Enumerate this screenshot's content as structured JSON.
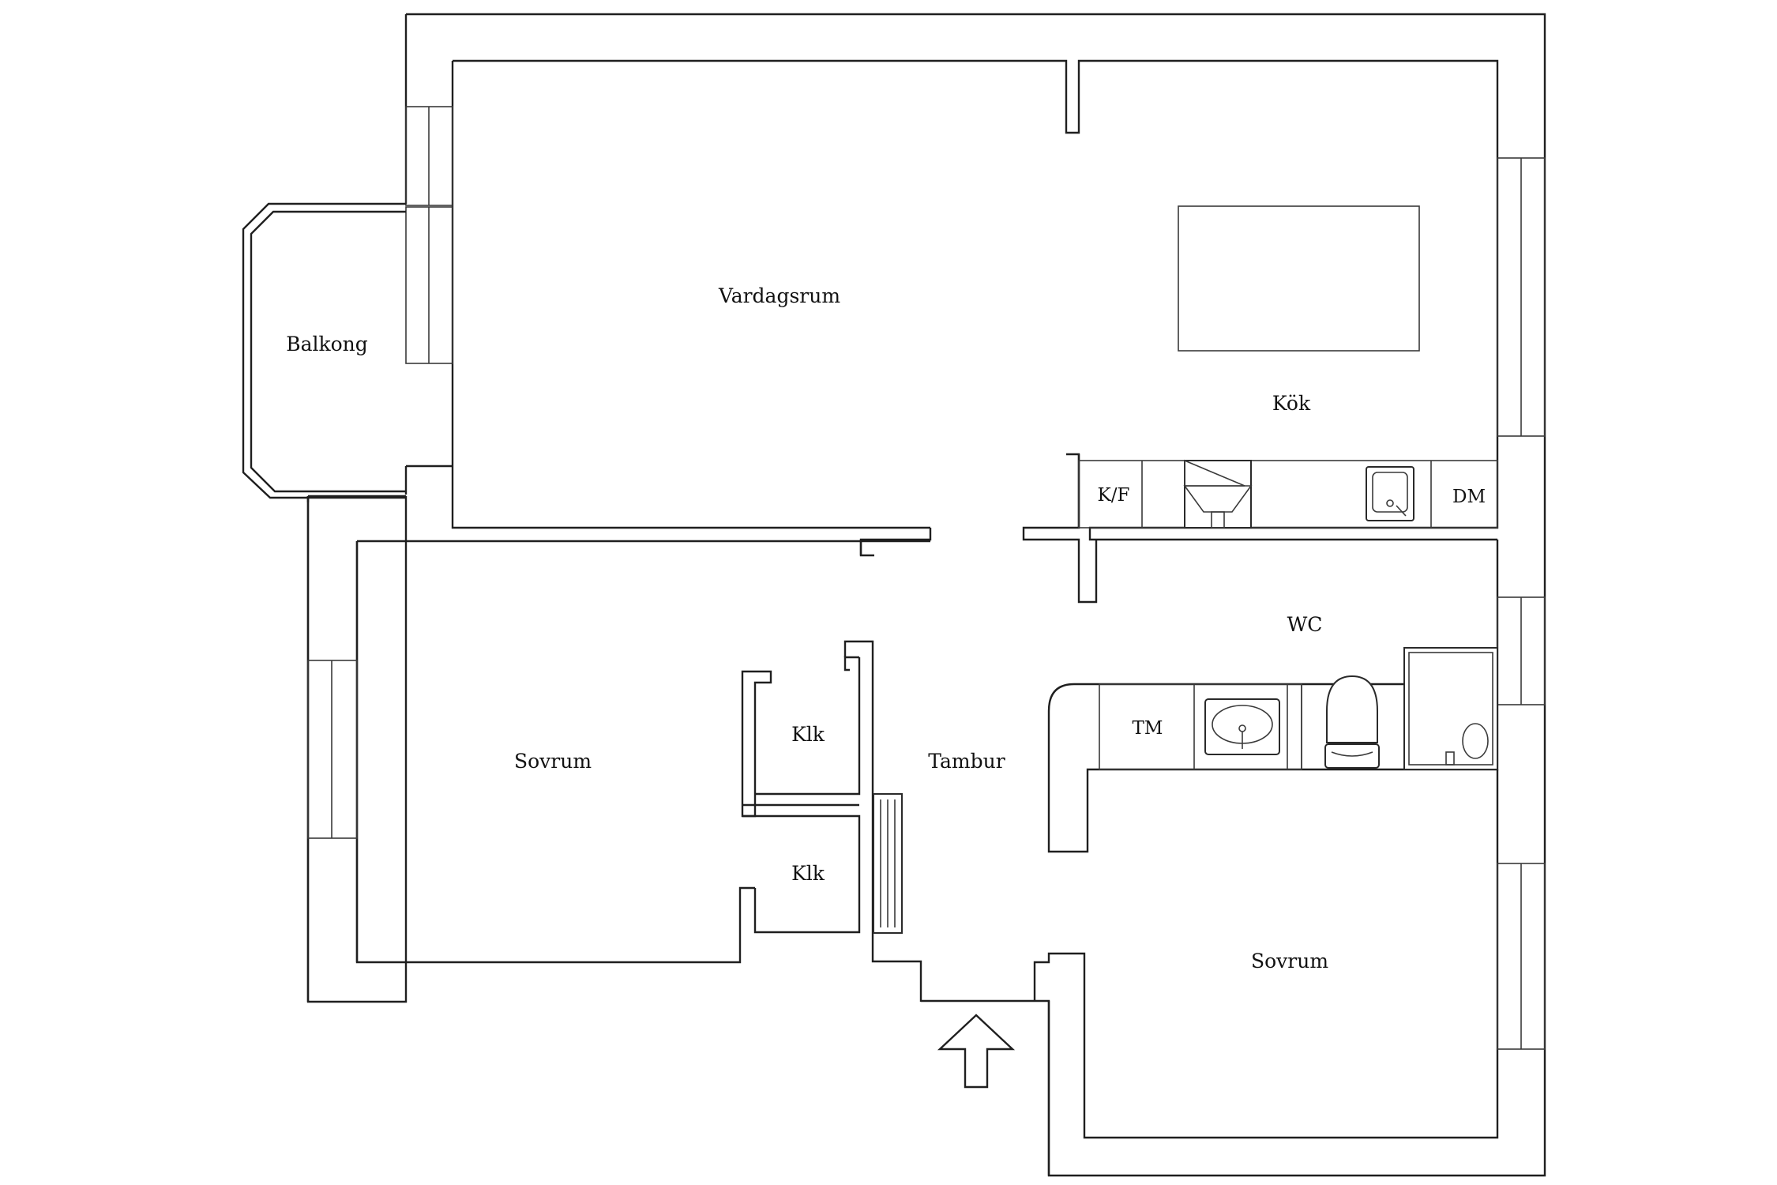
{
  "rooms": {
    "vardagsrum": "Vardagsrum",
    "balkong": "Balkong",
    "kok": "Kök",
    "kf": "K/F",
    "dm": "DM",
    "wc": "WC",
    "tm": "TM",
    "sovrum_left": "Sovrum",
    "sovrum_right": "Sovrum",
    "klk_top": "Klk",
    "klk_bottom": "Klk",
    "tambur": "Tambur"
  },
  "colors": {
    "line": "#1f1f1f",
    "background": "#ffffff"
  },
  "icons": [
    "entrance-arrow-icon",
    "stove-icon",
    "sink-icon",
    "washbasin-icon",
    "toilet-icon",
    "shower-icon",
    "radiator-icon"
  ]
}
